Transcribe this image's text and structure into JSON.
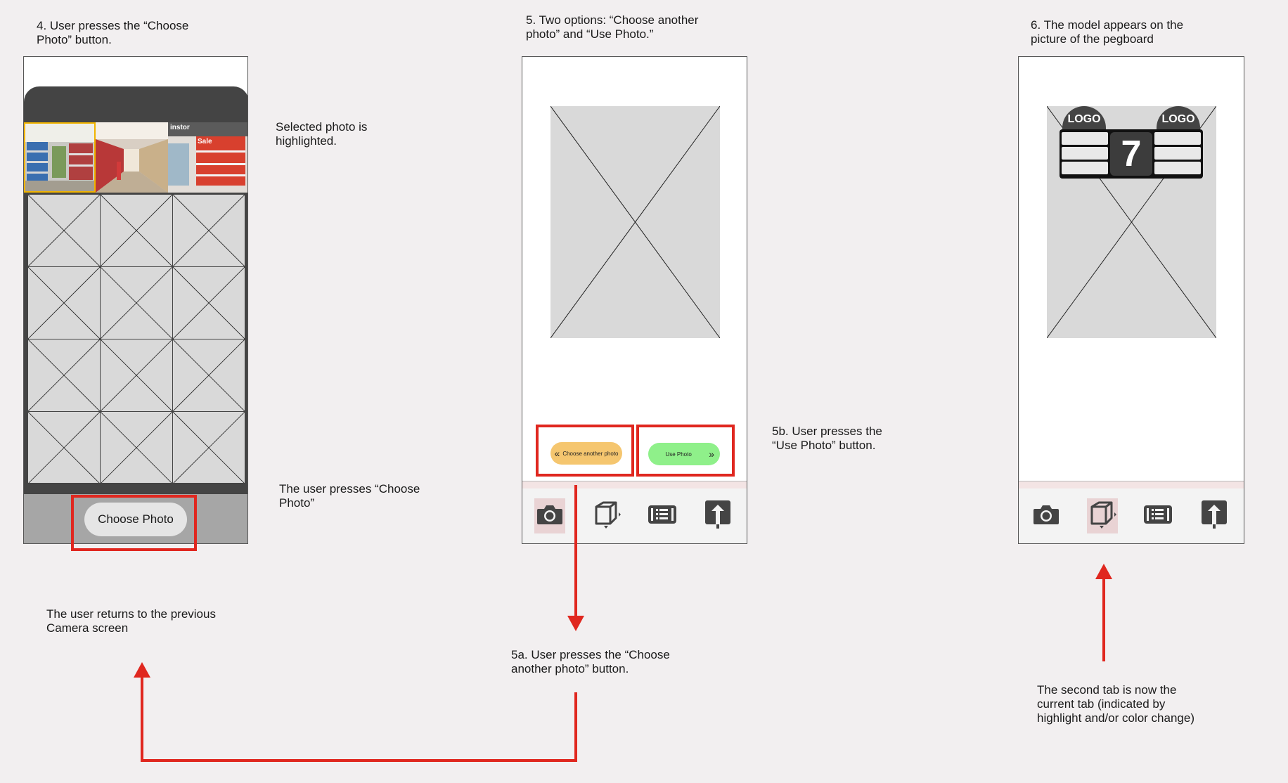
{
  "notes": {
    "step4": "4. User presses the “Choose\n    Photo” button.",
    "step5": "5. Two options: “Choose another\n    photo” and “Use Photo.”",
    "step6": "6. The model appears on the\n    picture of the pegboard",
    "selected_photo": "Selected photo is\nhighlighted.",
    "user_presses_choose": "The user presses “Choose\nPhoto”",
    "step5b": "5b. User presses the\n“Use Photo” button.",
    "user_returns": "The user returns to the previous\nCamera screen",
    "step5a": "5a. User presses the “Choose\nanother photo” button.",
    "second_tab": "The second tab is now the\ncurrent tab (indicated by\nhighlight and/or color change)"
  },
  "screen4": {
    "choose_photo_label": "Choose Photo",
    "thumb_brand": "instor",
    "thumb_sale": "Sale"
  },
  "screen5": {
    "choose_another_label": "Choose another photo",
    "use_photo_label": "Use Photo"
  },
  "screen6": {
    "logo_left": "LOGO",
    "logo_right": "LOGO",
    "model_number": "7"
  },
  "tabs": [
    "camera-icon",
    "3d-model-icon",
    "list-icon",
    "upload-icon"
  ],
  "colors": {
    "annotation_red": "#e0271f",
    "selected_outline": "#f0b400",
    "choose_another_bg": "#f5c66f",
    "use_photo_bg": "#8ff08a",
    "active_tab_bg": "#e9d3d4"
  }
}
